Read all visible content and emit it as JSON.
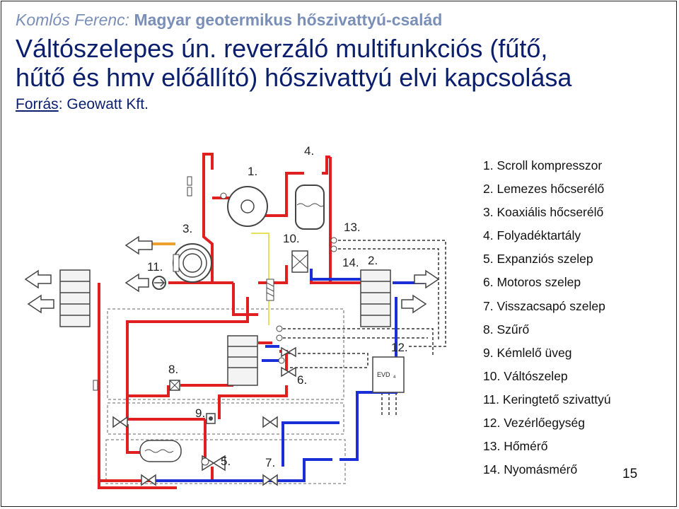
{
  "header": {
    "author": "Komlós Ferenc:",
    "series": "Magyar geotermikus hőszivattyú-család",
    "title_line1": "Váltószelepes ún. reverzáló multifunkciós (fűtő,",
    "title_line2": "hűtő és hmv előállító) hőszivattyú elvi kapcsolása",
    "source_label": "Forrás",
    "source_value": ": Geowatt Kft."
  },
  "diagram": {
    "callouts": [
      "1.",
      "2.",
      "3.",
      "4.",
      "5.",
      "6.",
      "7.",
      "8.",
      "9.",
      "10.",
      "11.",
      "12.",
      "13.",
      "14."
    ],
    "controller_label": "EVD",
    "controller_sub": "4",
    "colors": {
      "hot": "#e02020",
      "cold": "#1a2fd6",
      "signal": "#333333",
      "warm": "#f0a030",
      "sense": "#e8e060"
    }
  },
  "legend": {
    "items": [
      "1. Scroll kompresszor",
      "2. Lemezes hőcserélő",
      "3. Koaxiális hőcserélő",
      "4. Folyadéktartály",
      "5. Expanziós szelep",
      "6. Motoros szelep",
      "7. Visszacsapó szelep",
      "8. Szűrő",
      "9. Kémlelő üveg",
      "10. Váltószelep",
      "11. Keringtető szivattyú",
      "12. Vezérlőegység",
      "13. Hőmérő",
      "14. Nyomásmérő"
    ]
  },
  "page_number": "15"
}
